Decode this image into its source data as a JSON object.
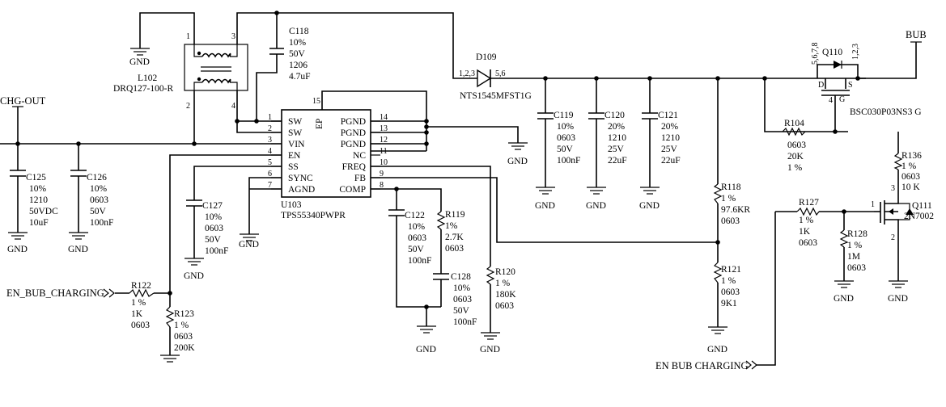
{
  "labels": {
    "chg_out": "CHG-OUT",
    "bub": "BUB",
    "en_bub_charging_left": "EN_BUB_CHARGING",
    "en_bub_charging_bottom": "EN BUB CHARGING",
    "gnd": "GND"
  },
  "ic": {
    "ref": "U103",
    "part": "TPS55340PWPR",
    "ep": "EP",
    "left_pins": [
      {
        "num": "1",
        "name": "SW"
      },
      {
        "num": "2",
        "name": "SW"
      },
      {
        "num": "3",
        "name": "VIN"
      },
      {
        "num": "4",
        "name": "EN"
      },
      {
        "num": "5",
        "name": "SS"
      },
      {
        "num": "6",
        "name": "SYNC"
      },
      {
        "num": "7",
        "name": "AGND"
      }
    ],
    "right_pins": [
      {
        "num": "14",
        "name": "PGND"
      },
      {
        "num": "13",
        "name": "PGND"
      },
      {
        "num": "12",
        "name": "PGND"
      },
      {
        "num": "11",
        "name": "NC"
      },
      {
        "num": "10",
        "name": "FREQ"
      },
      {
        "num": "9",
        "name": "FB"
      },
      {
        "num": "8",
        "name": "COMP"
      }
    ],
    "top_pin": "15"
  },
  "inductor": {
    "ref": "L102",
    "part": "DRQ127-100-R",
    "pins": [
      "1",
      "3",
      "2",
      "4"
    ]
  },
  "diode": {
    "ref": "D109",
    "part": "NTS1545MFST1G",
    "pin_a": "1,2,3",
    "pin_k": "5,6"
  },
  "q110": {
    "ref": "Q110",
    "part": "BSC030P03NS3 G",
    "pin_top_left": "5,6,7,8",
    "pin_top_right": "1,2,3",
    "d": "D",
    "s": "S",
    "g": "G",
    "pin_g": "4"
  },
  "q111": {
    "ref": "Q111",
    "part": "2N7002",
    "pin_d": "3",
    "pin_g": "1",
    "pin_s": "2"
  },
  "c118": {
    "ref": "C118",
    "l1": "10%",
    "l2": "50V",
    "l3": "1206",
    "l4": "4.7uF"
  },
  "c119": {
    "ref": "C119",
    "l1": "10%",
    "l2": "0603",
    "l3": "50V",
    "l4": "100nF"
  },
  "c120": {
    "ref": "C120",
    "l1": "20%",
    "l2": "1210",
    "l3": "25V",
    "l4": "22uF"
  },
  "c121": {
    "ref": "C121",
    "l1": "20%",
    "l2": "1210",
    "l3": "25V",
    "l4": "22uF"
  },
  "c125": {
    "ref": "C125",
    "l1": "10%",
    "l2": "1210",
    "l3": "50VDC",
    "l4": "10uF"
  },
  "c126": {
    "ref": "C126",
    "l1": "10%",
    "l2": "0603",
    "l3": "50V",
    "l4": "100nF"
  },
  "c127": {
    "ref": "C127",
    "l1": "10%",
    "l2": "0603",
    "l3": "50V",
    "l4": "100nF"
  },
  "c122": {
    "ref": "C122",
    "l1": "10%",
    "l2": "0603",
    "l3": "50V",
    "l4": "100nF"
  },
  "c128": {
    "ref": "C128",
    "l1": "10%",
    "l2": "0603",
    "l3": "50V",
    "l4": "100nF"
  },
  "r104": {
    "ref": "R104",
    "l1": "0603",
    "l2": "20K",
    "l3": "1 %"
  },
  "r136": {
    "ref": "R136",
    "l1": "1 %",
    "l2": "0603",
    "l3": "10 K"
  },
  "r118": {
    "ref": "R118",
    "l1": "1 %",
    "l2": "97.6KR",
    "l3": "0603"
  },
  "r121": {
    "ref": "R121",
    "l1": "1 %",
    "l2": "0603",
    "l3": "9K1"
  },
  "r119": {
    "ref": "R119",
    "l1": "1%",
    "l2": "2.7K",
    "l3": "0603"
  },
  "r120": {
    "ref": "R120",
    "l1": "1 %",
    "l2": "180K",
    "l3": "0603"
  },
  "r122": {
    "ref": "R122",
    "l1": "1 %",
    "l2": "1K",
    "l3": "0603"
  },
  "r123": {
    "ref": "R123",
    "l1": "1 %",
    "l2": "0603",
    "l3": "200K"
  },
  "r127": {
    "ref": "R127",
    "l1": "1 %",
    "l2": "1K",
    "l3": "0603"
  },
  "r128": {
    "ref": "R128",
    "l1": "1 %",
    "l2": "1M",
    "l3": "0603"
  }
}
